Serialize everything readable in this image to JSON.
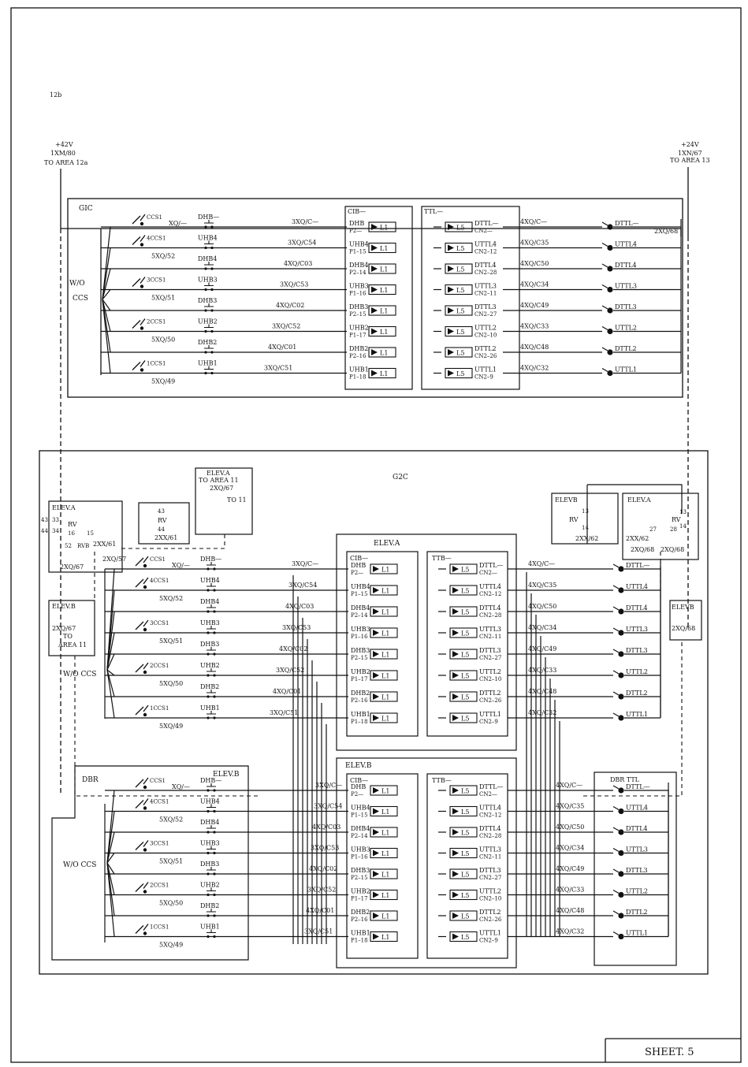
{
  "page_label": "12b",
  "sheet_label": "SHEET. 5",
  "power": {
    "left": {
      "voltage": "+42V",
      "ref": "1XM/80",
      "dest": "TO AREA 12a"
    },
    "right": {
      "voltage": "+24V",
      "ref": "1XN/67",
      "dest": "TO AREA 13"
    }
  },
  "g1c": {
    "title": "GIC",
    "wo_label": "W/O",
    "ccs_label": "CCS",
    "right_wire": "2XQ/68",
    "cib_title": "CIB—",
    "ttl_title": "TTL—",
    "rows": [
      {
        "sw": "CCS1",
        "sw2": "XQ/—",
        "btn": "DHB—",
        "wire": "3XQ/C—",
        "in1": "DHB",
        "in2": "P2—",
        "chip": "L1",
        "ochip": "L5",
        "out1": "DTTL—",
        "out2": "CN2—",
        "owire": "4XQ/C—",
        "lamp": "DTTL—",
        "term": ""
      },
      {
        "sw": "4CCS1",
        "sw2": "",
        "btn": "UHB4",
        "wire": "3XQ/C54",
        "in1": "UHB4",
        "in2": "P1–15",
        "chip": "L1",
        "ochip": "L5",
        "out1": "UTTL4",
        "out2": "CN2–12",
        "owire": "4XQ/C35",
        "lamp": "UTTL4",
        "term": "5XQ/52"
      },
      {
        "sw": "",
        "sw2": "",
        "btn": "DHB4",
        "wire": "4XQ/C03",
        "in1": "DHB4",
        "in2": "P2–14",
        "chip": "L1",
        "ochip": "L5",
        "out1": "DTTL4",
        "out2": "CN2–28",
        "owire": "4XQ/C50",
        "lamp": "DTTL4",
        "term": ""
      },
      {
        "sw": "3CCS1",
        "sw2": "",
        "btn": "UHB3",
        "wire": "3XQ/C53",
        "in1": "UHB3",
        "in2": "P1–16",
        "chip": "L1",
        "ochip": "L5",
        "out1": "UTTL3",
        "out2": "CN2–11",
        "owire": "4XQ/C34",
        "lamp": "UTTL3",
        "term": "5XQ/51"
      },
      {
        "sw": "",
        "sw2": "",
        "btn": "DHB3",
        "wire": "4XQ/C02",
        "in1": "DHB3",
        "in2": "P2–15",
        "chip": "L1",
        "ochip": "L5",
        "out1": "DTTL3",
        "out2": "CN2–27",
        "owire": "4XQ/C49",
        "lamp": "DTTL3",
        "term": ""
      },
      {
        "sw": "2CCS1",
        "sw2": "",
        "btn": "UHB2",
        "wire": "3XQ/C52",
        "in1": "UHB2",
        "in2": "P1–17",
        "chip": "L1",
        "ochip": "L5",
        "out1": "UTTL2",
        "out2": "CN2–10",
        "owire": "4XQ/C33",
        "lamp": "UTTL2",
        "term": "5XQ/50"
      },
      {
        "sw": "",
        "sw2": "",
        "btn": "DHB2",
        "wire": "4XQ/C01",
        "in1": "DHB2",
        "in2": "P2–16",
        "chip": "L1",
        "ochip": "L5",
        "out1": "DTTL2",
        "out2": "CN2–26",
        "owire": "4XQ/C48",
        "lamp": "DTTL2",
        "term": ""
      },
      {
        "sw": "1CCS1",
        "sw2": "",
        "btn": "UHB1",
        "wire": "3XQ/C51",
        "in1": "UHB1",
        "in2": "P1–18",
        "chip": "L1",
        "ochip": "L5",
        "out1": "UTTL1",
        "out2": "CN2–9",
        "owire": "4XQ/C32",
        "lamp": "UTTL1",
        "term": "5XQ/49"
      }
    ]
  },
  "g2c": {
    "title": "G2C",
    "elev_a_left": {
      "title": "ELEV.A",
      "n1": "43",
      "n2": "44",
      "n3": "33",
      "n4": "34",
      "rv": "RV",
      "n5": "16",
      "n6": "15",
      "n7": "52",
      "rv2": "RVB",
      "wire1": "2XX/61",
      "wire2": "2XQ/67",
      "wire3": "2XQ/57"
    },
    "rv_small": {
      "n1": "43",
      "n2": "44",
      "rv": "RV",
      "w": "2XX/61"
    },
    "elev_a_to11": {
      "title": "ELEV.A",
      "line1": "TO AREA 11",
      "line2": "2XQ/67",
      "line3": "TO 11"
    },
    "elev_b_left": {
      "title": "ELEV.B",
      "line1": "2XQ/67",
      "line2": "TO",
      "line3": "AREA 11"
    },
    "wo_ccs": "W/O CCS",
    "elev_b_right_top": {
      "title": "ELEVB",
      "rv": "RV",
      "n1": "13",
      "n2": "14",
      "w": "2XX/62"
    },
    "elev_a_right": {
      "title": "ELEV.A",
      "n1": "13",
      "rv": "RV",
      "n2": "14",
      "n3": "27",
      "n4": "28",
      "w1": "2XX/62",
      "w2": "2XQ/68",
      "w3": "2XQ/68"
    },
    "elev_b_right_small": {
      "title": "ELEVB",
      "w": "2XQ/68"
    },
    "elev_a_panel": "ELEV.A",
    "elev_b_panel": "ELEV.B",
    "cib_title": "CIB—",
    "ttb_title": "TTB—",
    "rows": [
      {
        "sw": "CCS1",
        "sw2": "XQ/—",
        "btn": "DHB—",
        "wire": "3XQ/C—",
        "in1": "DHB",
        "in2": "P2—",
        "out1": "DTTL—",
        "out2": "CN2—",
        "owire": "4XQ/C—",
        "lamp": "DTTL—",
        "term": ""
      },
      {
        "sw": "4CCS1",
        "sw2": "",
        "btn": "UHB4",
        "wire": "3XQ/C54",
        "in1": "UHB4",
        "in2": "P1–15",
        "out1": "UTTL4",
        "out2": "CN2–12",
        "owire": "4XQ/C35",
        "lamp": "UTTL4",
        "term": "5XQ/52"
      },
      {
        "sw": "",
        "sw2": "",
        "btn": "DHB4",
        "wire": "4XQ/C03",
        "in1": "DHB4",
        "in2": "P2–14",
        "out1": "DTTL4",
        "out2": "CN2–28",
        "owire": "4XQ/C50",
        "lamp": "DTTL4",
        "term": ""
      },
      {
        "sw": "3CCS1",
        "sw2": "",
        "btn": "UHB3",
        "wire": "3XQ/C53",
        "in1": "UHB3",
        "in2": "P1–16",
        "out1": "UTTL3",
        "out2": "CN2–11",
        "owire": "4XQ/C34",
        "lamp": "UTTL3",
        "term": "5XQ/51"
      },
      {
        "sw": "",
        "sw2": "",
        "btn": "DHB3",
        "wire": "4XQ/C02",
        "in1": "DHB3",
        "in2": "P2–15",
        "out1": "DTTL3",
        "out2": "CN2–27",
        "owire": "4XQ/C49",
        "lamp": "DTTL3",
        "term": ""
      },
      {
        "sw": "2CCS1",
        "sw2": "",
        "btn": "UHB2",
        "wire": "3XQ/C52",
        "in1": "UHB2",
        "in2": "P1–17",
        "out1": "UTTL2",
        "out2": "CN2–10",
        "owire": "4XQ/C33",
        "lamp": "UTTL2",
        "term": "5XQ/50"
      },
      {
        "sw": "",
        "sw2": "",
        "btn": "DHB2",
        "wire": "4XQ/C01",
        "in1": "DHB2",
        "in2": "P2–16",
        "out1": "DTTL2",
        "out2": "CN2–26",
        "owire": "4XQ/C48",
        "lamp": "DTTL2",
        "term": ""
      },
      {
        "sw": "1CCS1",
        "sw2": "",
        "btn": "UHB1",
        "wire": "3XQ/C51",
        "in1": "UHB1",
        "in2": "P1–18",
        "out1": "UTTL1",
        "out2": "CN2–9",
        "owire": "4XQ/C32",
        "lamp": "UTTL1",
        "term": "5XQ/49"
      }
    ],
    "dbr": {
      "title": "DBR",
      "elev": "ELEV.B",
      "ttl_title": "DBR  TTL",
      "wo_ccs": "W/O CCS"
    }
  },
  "colors": {
    "ink": "#111111",
    "paper": "#ffffff"
  }
}
